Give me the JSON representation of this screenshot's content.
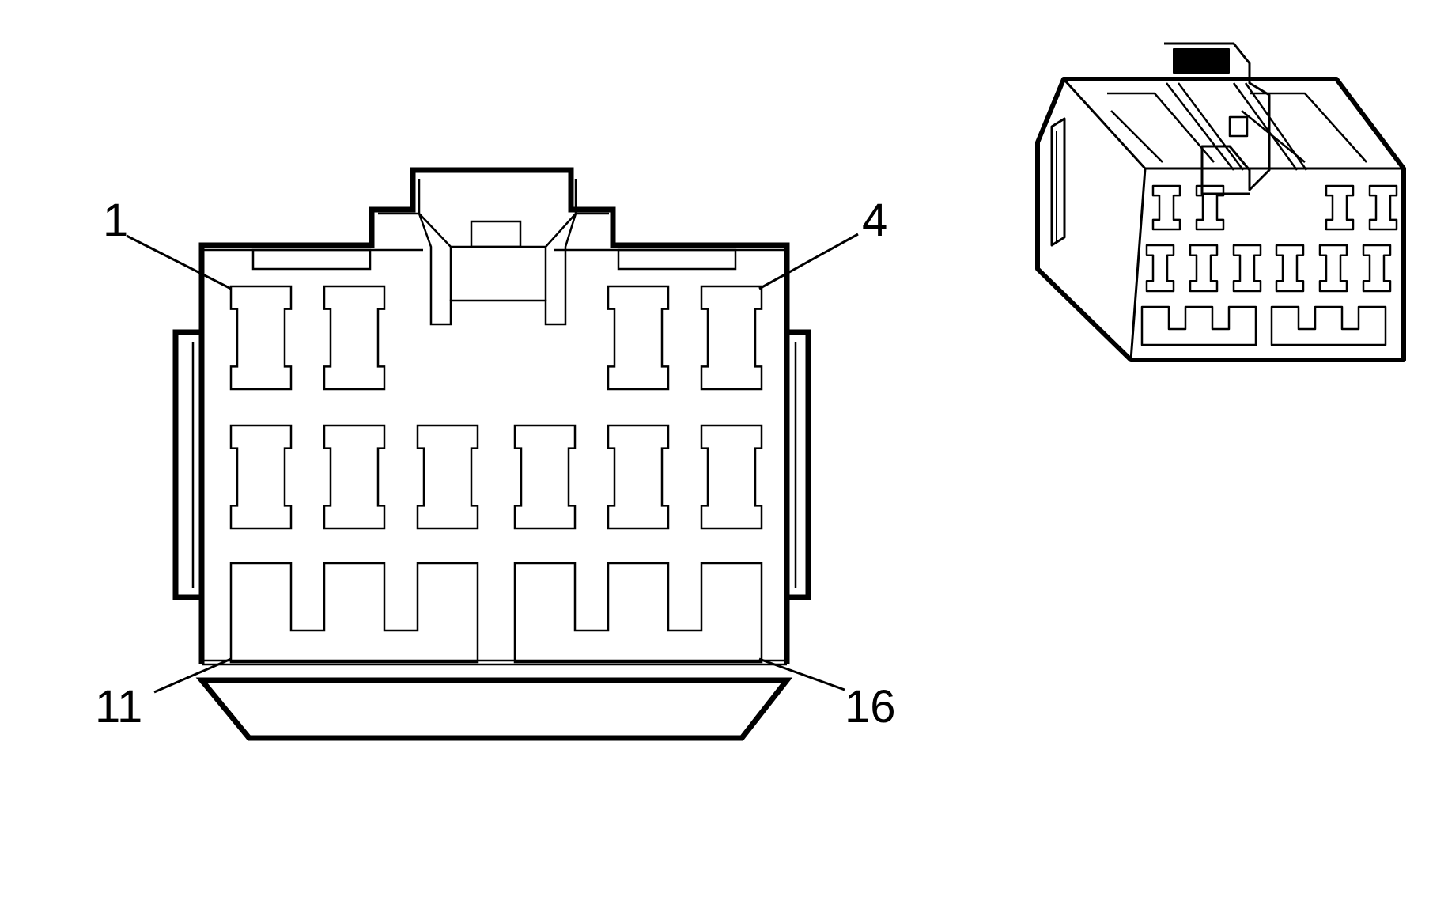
{
  "diagram": {
    "pin_labels": {
      "top_left": "1",
      "top_right": "4",
      "bottom_left": "11",
      "bottom_right": "16"
    },
    "face_view": {
      "row_counts": [
        4,
        6,
        6
      ],
      "total_cavities": 16
    },
    "perspective_view": {
      "row_counts": [
        4,
        6,
        6
      ]
    },
    "colors": {
      "stroke": "#000000",
      "background": "#ffffff",
      "latch_fill": "#000000"
    }
  }
}
